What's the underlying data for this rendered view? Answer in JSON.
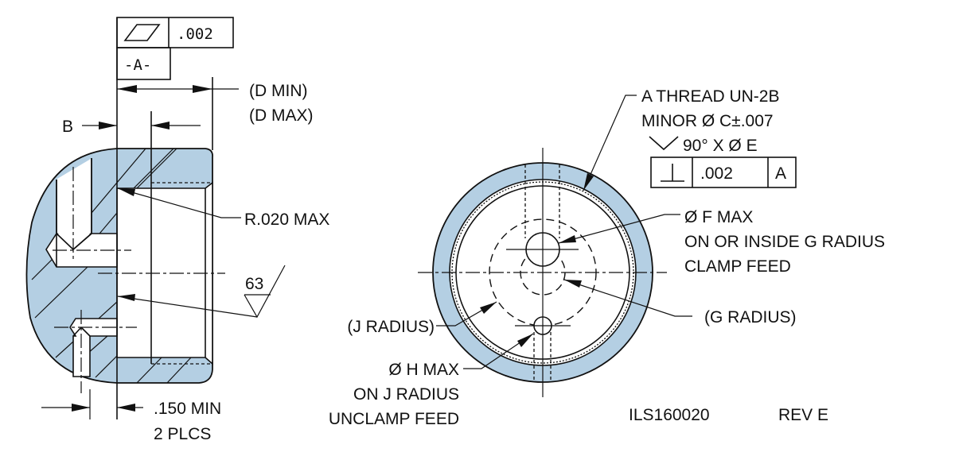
{
  "colors": {
    "section_fill": "#b4cfe3",
    "line": "#111111"
  },
  "section_view": {
    "flatness_fcf": {
      "symbol": "flatness-icon",
      "tolerance": ".002"
    },
    "datum_label": "-A-",
    "b_label": "B",
    "d_min_label": "(D MIN)",
    "d_max_label": "(D MAX)",
    "radius_note": "R.020 MAX",
    "surface_finish": "63",
    "min_dim_line1": ".150 MIN",
    "min_dim_line2": "2 PLCS"
  },
  "end_view": {
    "thread_line1": "A THREAD UN-2B",
    "thread_line2": "MINOR Ø C±.007",
    "countersink_text": "90° X Ø E",
    "perp_fcf": {
      "symbol": "perpendicularity-icon",
      "tolerance": ".002",
      "datum": "A"
    },
    "f_line1": "Ø F MAX",
    "f_line2": "ON OR INSIDE G RADIUS",
    "f_line3": "CLAMP FEED",
    "g_label": "(G RADIUS)",
    "j_label": "(J RADIUS)",
    "h_line1": "Ø H MAX",
    "h_line2": "ON J RADIUS",
    "h_line3": "UNCLAMP FEED"
  },
  "title_block": {
    "drawing_number": "ILS160020",
    "revision": "REV E"
  }
}
